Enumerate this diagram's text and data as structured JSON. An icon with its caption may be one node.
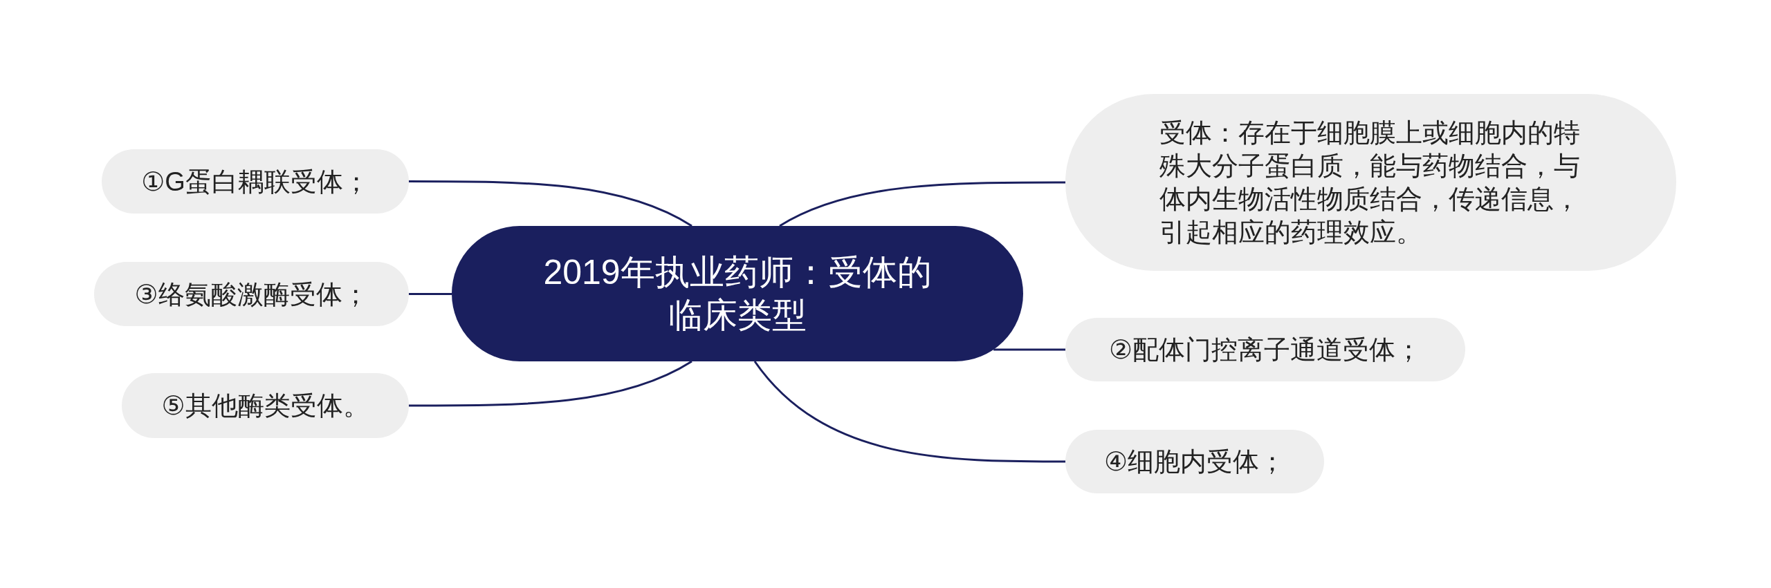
{
  "diagram": {
    "nodes": [
      {
        "text": [
          "2019年执业药师：受体的临床类型"
        ]
      },
      {
        "text": [
          "①G蛋白耦联受体；"
        ]
      },
      {
        "text": [
          "③络氨酸激酶受体；"
        ]
      },
      {
        "text": [
          "⑤其他酶类受体。"
        ]
      },
      {
        "text": [
          "受体：存在于细胞膜上或细胞内的特殊大分子蛋白质，能与药物结合，与体内生物活性物质结合，传递信息，引起相应的药理效应。"
        ]
      },
      {
        "text": [
          "②配体门控离子通道受体；"
        ]
      },
      {
        "text": [
          "④细胞内受体；"
        ]
      }
    ],
    "edges": [
      {
        "from": 0,
        "to": 1,
        "arrow": "none"
      },
      {
        "from": 0,
        "to": 2,
        "arrow": "none"
      },
      {
        "from": 0,
        "to": 3,
        "arrow": "none"
      },
      {
        "from": 0,
        "to": 4,
        "arrow": "none"
      },
      {
        "from": 0,
        "to": 5,
        "arrow": "none"
      },
      {
        "from": 0,
        "to": 6,
        "arrow": "none"
      }
    ]
  }
}
